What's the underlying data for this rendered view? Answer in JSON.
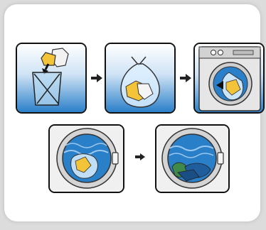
{
  "diagram": {
    "steps": [
      {
        "id": 1,
        "icon": "clothes-into-hamper"
      },
      {
        "id": 2,
        "icon": "clothes-in-laundry-bag"
      },
      {
        "id": 3,
        "icon": "bag-into-washing-machine"
      },
      {
        "id": 4,
        "icon": "bag-in-drum"
      },
      {
        "id": 5,
        "icon": "clothes-released-in-drum"
      }
    ],
    "colors": {
      "sky_top": "#ffffff",
      "sky_bottom": "#2a7fc9",
      "outline": "#111111",
      "arrow": "#222222"
    }
  }
}
